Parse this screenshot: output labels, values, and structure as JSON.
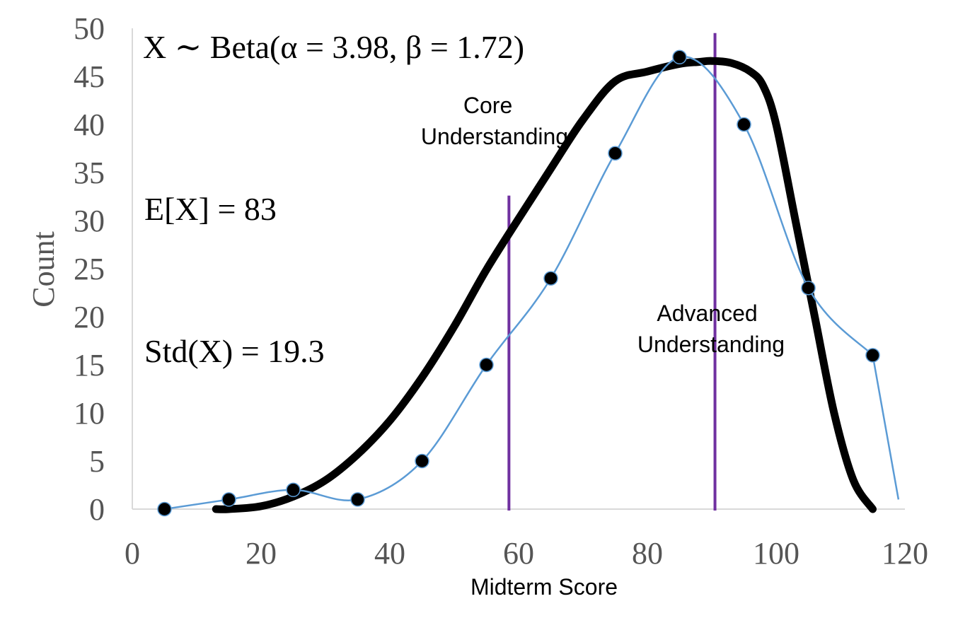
{
  "chart_data": {
    "type": "scatter",
    "xlabel": "Midterm Score",
    "ylabel": "Count",
    "xlim": [
      0,
      120
    ],
    "ylim": [
      0,
      50
    ],
    "x_ticks": [
      0,
      20,
      40,
      60,
      80,
      100,
      120
    ],
    "y_ticks": [
      0,
      5,
      10,
      15,
      20,
      25,
      30,
      35,
      40,
      45,
      50
    ],
    "grid": false,
    "legend": "none",
    "series": [
      {
        "style": "smoothed-line-with-markers",
        "color": "#5b9bd5",
        "marker_color": "#000000",
        "x": [
          5,
          15,
          25,
          35,
          45,
          55,
          65,
          75,
          85,
          95,
          105,
          115
        ],
        "y": [
          0,
          1,
          2,
          1,
          5,
          15,
          24,
          37,
          47,
          40,
          23,
          16
        ],
        "tail": {
          "x": 119,
          "y": 1
        }
      },
      {
        "style": "thick-curve",
        "color": "#000000",
        "x": [
          13,
          15,
          20,
          25,
          30,
          35,
          40,
          45,
          50,
          55,
          60,
          65,
          70,
          75,
          80,
          85,
          88,
          90,
          93,
          96,
          98,
          100,
          103,
          106,
          109,
          112,
          115
        ],
        "y": [
          0,
          0,
          0.3,
          1.3,
          3,
          5.7,
          9.2,
          13.7,
          19,
          24.9,
          30.2,
          35.4,
          40.5,
          44.5,
          45.5,
          46.3,
          46.5,
          46.6,
          46.4,
          45.5,
          44,
          40,
          30,
          20,
          10,
          3,
          0
        ]
      }
    ],
    "vertical_lines": [
      {
        "x": 58.5,
        "y_top": 32.6,
        "color": "#7030a0"
      },
      {
        "x": 90.5,
        "y_top": 49.5,
        "color": "#7030a0"
      }
    ],
    "annotations": {
      "region_core": [
        "Core",
        "Understanding"
      ],
      "region_advanced": [
        "Advanced",
        "Understanding"
      ],
      "distribution": "X ∼ Beta(α = 3.98, β = 1.72)",
      "mean": "E[X] = 83",
      "std": "Std(X) = 19.3"
    }
  }
}
